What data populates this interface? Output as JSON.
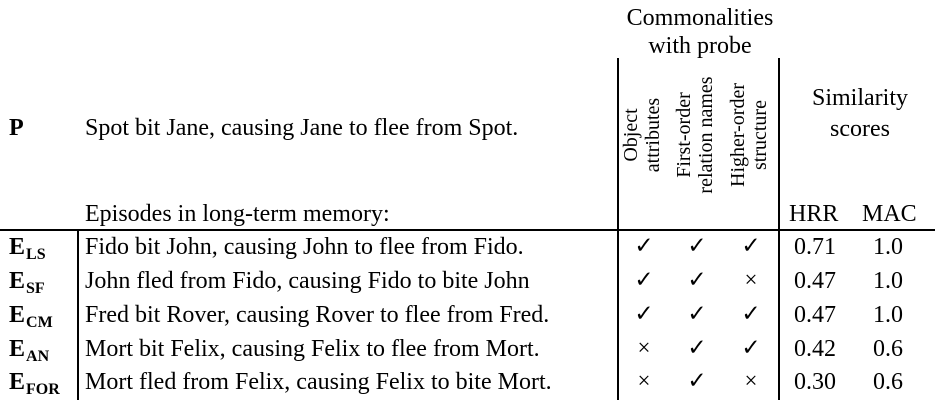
{
  "header": {
    "group_title_line1": "Commonalities",
    "group_title_line2": "with probe",
    "col_object_line1": "Object",
    "col_object_line2": "attributes",
    "col_first_line1": "First-order",
    "col_first_line2": "relation names",
    "col_higher_line1": "Higher-order",
    "col_higher_line2": "structure",
    "sim_title_line1": "Similarity",
    "sim_title_line2": "scores",
    "col_hrr": "HRR",
    "col_mac": "MAC"
  },
  "probe": {
    "label": "P",
    "text": "Spot bit Jane, causing Jane to flee from Spot."
  },
  "episodes_label": "Episodes in long-term memory:",
  "rows": [
    {
      "label_main": "E",
      "label_sub": "LS",
      "text": "Fido bit John, causing John to flee from Fido.",
      "object": "✓",
      "first": "✓",
      "higher": "✓",
      "hrr": "0.71",
      "mac": "1.0"
    },
    {
      "label_main": "E",
      "label_sub": "SF",
      "text": "John fled from Fido, causing Fido to bite John",
      "object": "✓",
      "first": "✓",
      "higher": "×",
      "hrr": "0.47",
      "mac": "1.0"
    },
    {
      "label_main": "E",
      "label_sub": "CM",
      "text": "Fred bit Rover, causing Rover to flee from Fred.",
      "object": "✓",
      "first": "✓",
      "higher": "✓",
      "hrr": "0.47",
      "mac": "1.0"
    },
    {
      "label_main": "E",
      "label_sub": "AN",
      "text": "Mort bit Felix, causing Felix to flee from Mort.",
      "object": "×",
      "first": "✓",
      "higher": "✓",
      "hrr": "0.42",
      "mac": "0.6"
    },
    {
      "label_main": "E",
      "label_sub": "FOR",
      "text": "Mort fled from Felix, causing Felix to bite Mort.",
      "object": "×",
      "first": "✓",
      "higher": "×",
      "hrr": "0.30",
      "mac": "0.6"
    }
  ]
}
